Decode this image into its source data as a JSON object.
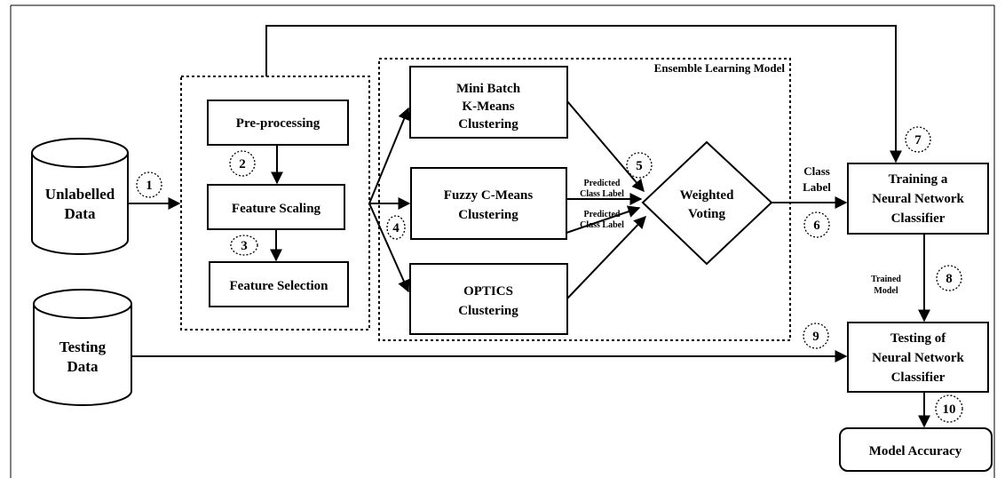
{
  "diagram": {
    "inputs": {
      "unlabelled": [
        "Unlabelled",
        "Data"
      ],
      "testing": [
        "Testing",
        "Data"
      ]
    },
    "preprocessing": {
      "pre_processing": "Pre-processing",
      "feature_scaling": "Feature Scaling",
      "feature_selection": "Feature Selection"
    },
    "ensemble": {
      "title": "Ensemble Learning Model",
      "mini_batch": [
        "Mini Batch",
        "K-Means",
        "Clustering"
      ],
      "fuzzy": [
        "Fuzzy C-Means",
        "Clustering"
      ],
      "optics": [
        "OPTICS",
        "Clustering"
      ],
      "predicted_label_1": [
        "Predicted",
        "Class Label"
      ],
      "predicted_label_2": [
        "Predicted",
        "Class Label"
      ],
      "voting": [
        "Weighted",
        "Voting"
      ]
    },
    "class_label": [
      "Class",
      "Label"
    ],
    "training": [
      "Training a",
      "Neural Network",
      "Classifier"
    ],
    "trained_model": [
      "Trained",
      "Model"
    ],
    "testing_classifier": [
      "Testing of",
      "Neural Network",
      "Classifier"
    ],
    "accuracy": "Model Accuracy",
    "steps": [
      "1",
      "2",
      "3",
      "4",
      "5",
      "6",
      "7",
      "8",
      "9",
      "10"
    ]
  }
}
